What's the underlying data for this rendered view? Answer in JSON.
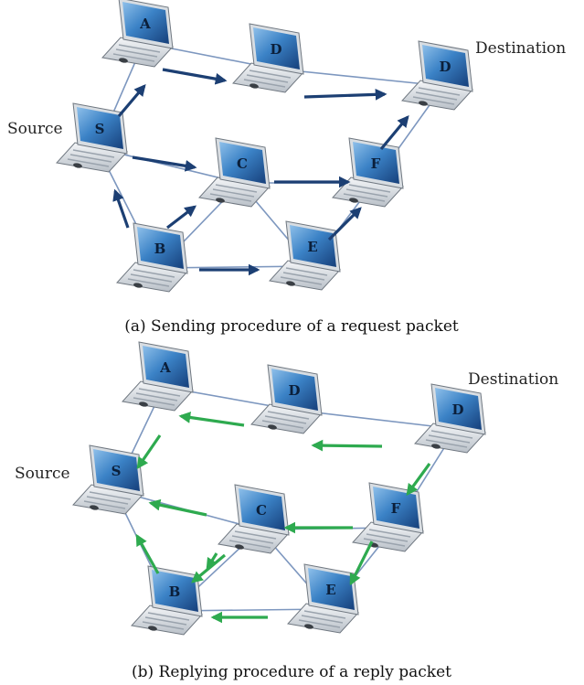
{
  "colors": {
    "request_arrow": "#1c3f73",
    "reply_arrow": "#2eaa4f",
    "link": "#7d97bf",
    "screen": "#2f6fb3"
  },
  "panels": [
    {
      "caption": "(a) Sending procedure of a request packet",
      "source_label": "Source",
      "destination_label": "Destination",
      "nodes": [
        {
          "id": "A",
          "label": "A"
        },
        {
          "id": "D1",
          "label": "D"
        },
        {
          "id": "Ddest",
          "label": "D"
        },
        {
          "id": "S",
          "label": "S"
        },
        {
          "id": "C",
          "label": "C"
        },
        {
          "id": "F",
          "label": "F"
        },
        {
          "id": "B",
          "label": "B"
        },
        {
          "id": "E",
          "label": "E"
        }
      ],
      "arrow_icon": "arrow-icon",
      "arrow_color_key": "request_arrow"
    },
    {
      "caption": "(b) Replying procedure of a reply packet",
      "source_label": "Source",
      "destination_label": "Destination",
      "nodes": [
        {
          "id": "A",
          "label": "A"
        },
        {
          "id": "D1",
          "label": "D"
        },
        {
          "id": "Ddest",
          "label": "D"
        },
        {
          "id": "S",
          "label": "S"
        },
        {
          "id": "C",
          "label": "C"
        },
        {
          "id": "F",
          "label": "F"
        },
        {
          "id": "B",
          "label": "B"
        },
        {
          "id": "E",
          "label": "E"
        }
      ],
      "arrow_icon": "arrow-icon",
      "arrow_color_key": "reply_arrow"
    }
  ]
}
